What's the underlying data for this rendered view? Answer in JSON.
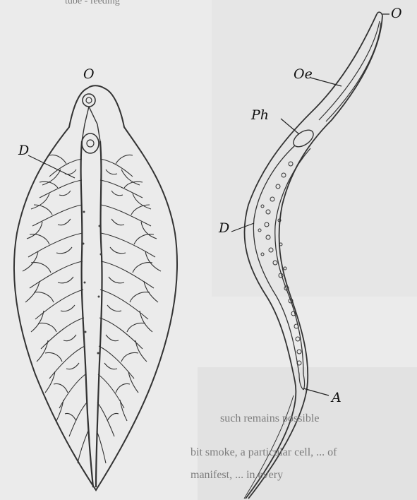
{
  "figure": {
    "labels": {
      "fluke_mouth": "O",
      "fluke_intestine": "D",
      "worm_mouth": "O",
      "worm_oesophagus": "Oe",
      "worm_pharynx": "Ph",
      "worm_intestine": "D",
      "worm_anus": "A"
    },
    "bleed_through": {
      "top_caption_fragment": "tube - feeding",
      "bottom_text_lines": [
        "such remains possible",
        "bit smoke, a particular cell, ... of",
        "manifest, ... in every"
      ]
    }
  }
}
